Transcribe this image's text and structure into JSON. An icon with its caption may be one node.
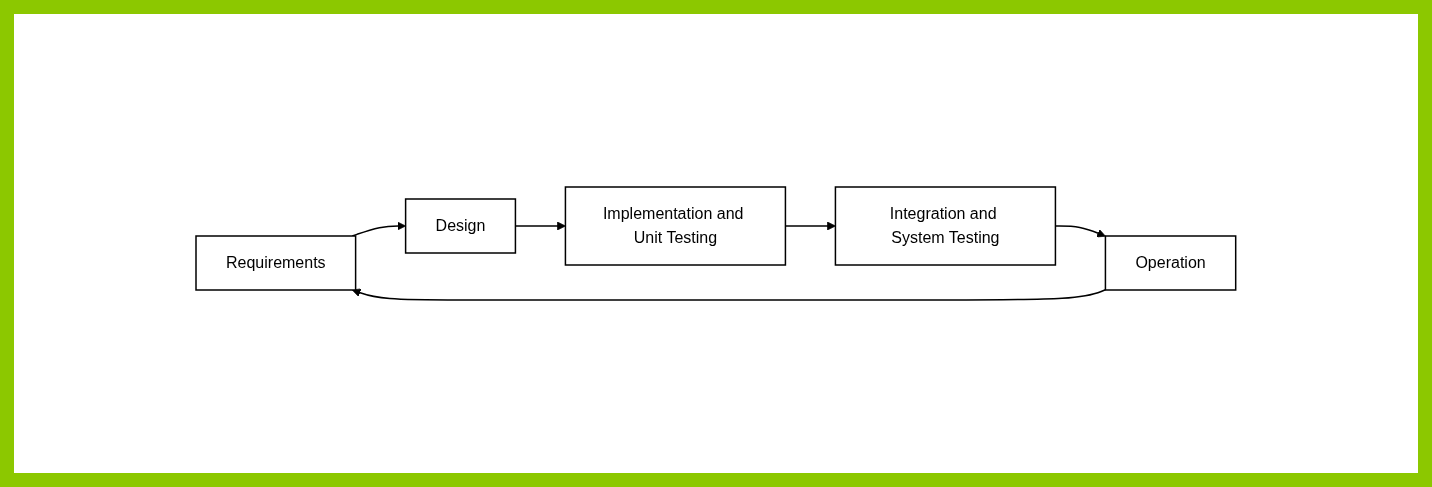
{
  "diagram": {
    "nodes": [
      {
        "text": [
          "Requirements"
        ]
      },
      {
        "text": [
          "Design"
        ]
      },
      {
        "text": [
          "Implementation and Unit Testing"
        ]
      },
      {
        "text": [
          "Integration and System Testing"
        ]
      },
      {
        "text": [
          "Operation"
        ]
      }
    ],
    "edges": [
      {
        "from": 0,
        "to": 1,
        "arrow": "to"
      },
      {
        "from": 1,
        "to": 2,
        "arrow": "to"
      },
      {
        "from": 2,
        "to": 3,
        "arrow": "to"
      },
      {
        "from": 3,
        "to": 4,
        "arrow": "to"
      },
      {
        "from": 4,
        "to": 0,
        "arrow": "to"
      }
    ]
  }
}
